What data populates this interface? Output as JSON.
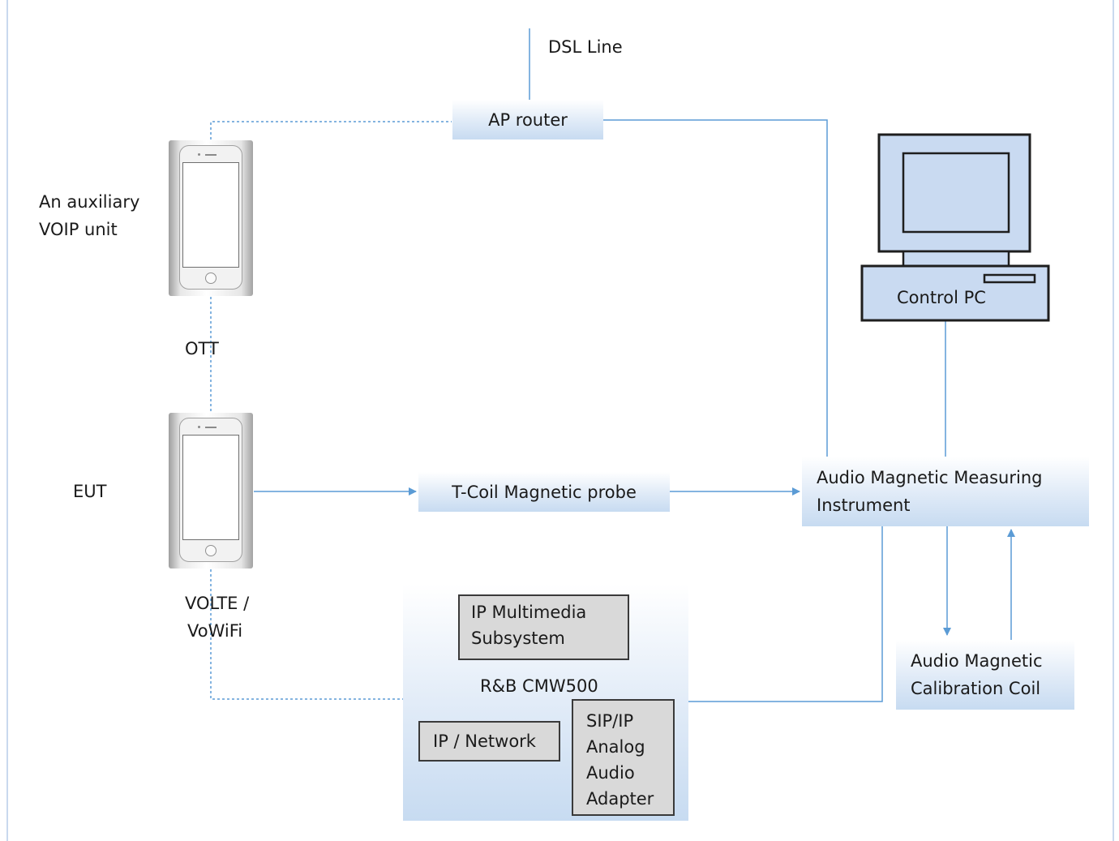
{
  "labels": {
    "dsl_line": "DSL Line",
    "aux_voip_line1": "An auxiliary",
    "aux_voip_line2": "VOIP unit",
    "ott": "OTT",
    "eut": "EUT",
    "volte_line1": "VOLTE /",
    "volte_line2": "VoWiFi"
  },
  "nodes": {
    "ap_router": "AP router",
    "control_pc": "Control PC",
    "tcoil_probe": "T-Coil Magnetic probe",
    "audio_instrument_line1": "Audio Magnetic Measuring",
    "audio_instrument_line2": "Instrument",
    "calibration_coil_line1": "Audio Magnetic",
    "calibration_coil_line2": "Calibration Coil",
    "cmw500": "R&B CMW500",
    "ims_line1": "IP Multimedia",
    "ims_line2": "Subsystem",
    "ip_network": "IP / Network",
    "sip_line1": "SIP/IP",
    "sip_line2": "Analog",
    "sip_line3": "Audio",
    "sip_line4": "Adapter"
  },
  "colors": {
    "connector": "#5b9bd5",
    "box_gradient_light": "#ffffff",
    "box_gradient_dark": "#c7dbf1",
    "computer_fill": "#c9daf1",
    "inner_box_fill": "#d9d9d9"
  }
}
